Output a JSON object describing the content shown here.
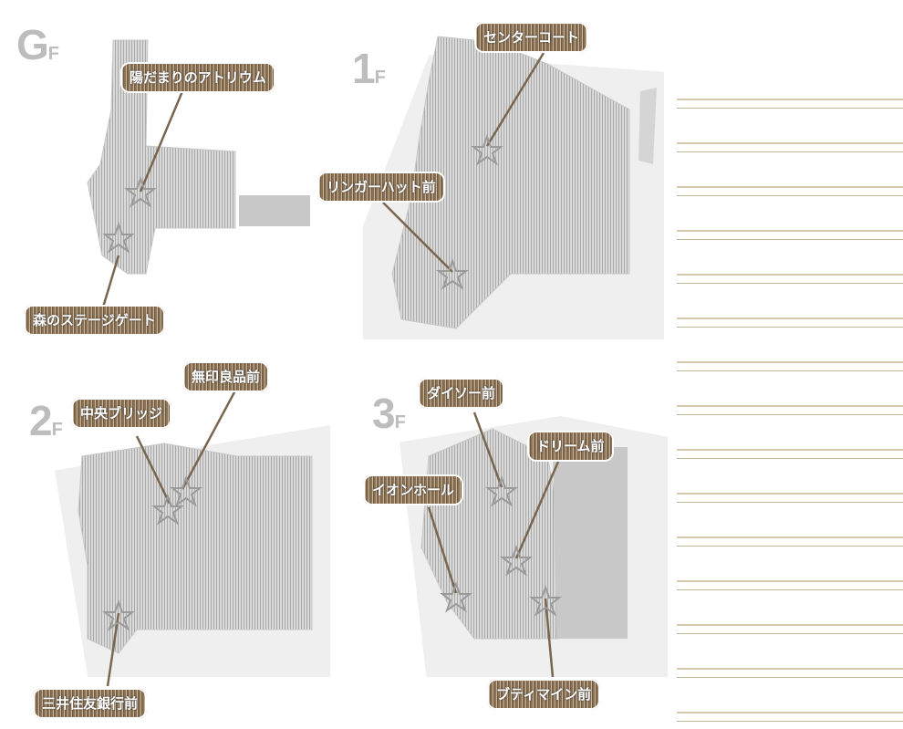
{
  "floors": [
    {
      "id": "gf",
      "label_big": "G",
      "label_small": "F",
      "spots": [
        "陽だまりのアトリウム",
        "森のステージゲート"
      ]
    },
    {
      "id": "1f",
      "label_big": "1",
      "label_small": "F",
      "spots": [
        "センターコート",
        "リンガーハット前"
      ]
    },
    {
      "id": "2f",
      "label_big": "2",
      "label_small": "F",
      "spots": [
        "無印良品前",
        "中央ブリッジ",
        "三井住友銀行前"
      ]
    },
    {
      "id": "3f",
      "label_big": "3",
      "label_small": "F",
      "spots": [
        "ダイソー前",
        "ドリーム前",
        "イオンホール",
        "ブティマイン前"
      ]
    }
  ],
  "colors": {
    "callout_brown": "#8c7255",
    "map_bg": "#efefef",
    "block_gray": "#c8c8c8",
    "star_outline": "#9a9a9a"
  },
  "icons": [
    "star-icon"
  ]
}
